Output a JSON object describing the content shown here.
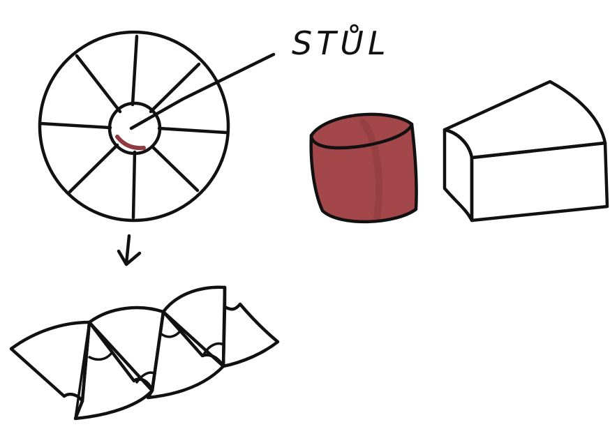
{
  "label": {
    "text": "STŮL"
  },
  "colors": {
    "ink": "#111111",
    "hub_fill": "#a8484d",
    "hub_shade": "#8e3a3f",
    "cylinder_fill": "#a3474b",
    "cylinder_shade": "#7f3236",
    "background": "#ffffff"
  },
  "figure": {
    "parts": [
      "wheel-top-view",
      "leader-line",
      "down-arrow",
      "cylinder-core",
      "wedge-segment",
      "unrolled-segments"
    ]
  }
}
